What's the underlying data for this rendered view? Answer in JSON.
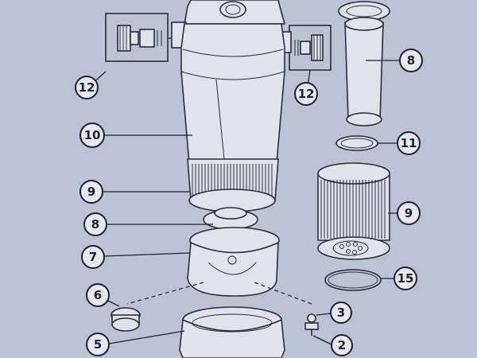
{
  "diagram": {
    "callouts": [
      {
        "id": "c12-left",
        "label": "12"
      },
      {
        "id": "c12-right",
        "label": "12"
      },
      {
        "id": "c10",
        "label": "10"
      },
      {
        "id": "c8-top",
        "label": "8"
      },
      {
        "id": "c11",
        "label": "11"
      },
      {
        "id": "c9-left",
        "label": "9"
      },
      {
        "id": "c9-right",
        "label": "9"
      },
      {
        "id": "c8-mid",
        "label": "8"
      },
      {
        "id": "c7",
        "label": "7"
      },
      {
        "id": "c15",
        "label": "15"
      },
      {
        "id": "c6",
        "label": "6"
      },
      {
        "id": "c3",
        "label": "3"
      },
      {
        "id": "c5",
        "label": "5"
      },
      {
        "id": "c2",
        "label": "2"
      }
    ]
  }
}
